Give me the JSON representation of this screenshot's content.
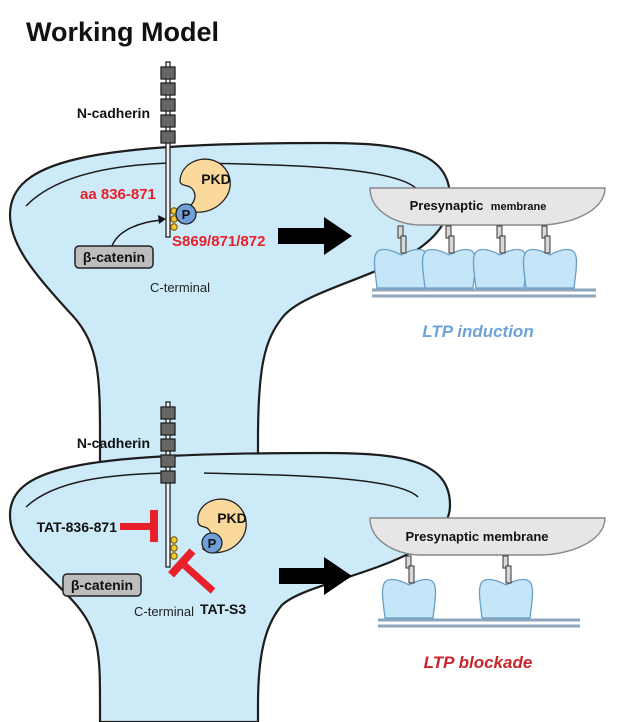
{
  "title": "Working Model",
  "colors": {
    "spine_fill": "#cdeaf8",
    "spine_stroke": "#1d1d1d",
    "pkd_fill": "#fbd99c",
    "phospho_fill": "#6f9fd8",
    "inhibitor_red": "#e8202a",
    "presyn_fill": "#e6e6e6",
    "postsyn_fill": "#c4e6f8",
    "membrane_line": "#8fa6bf",
    "blue_label": "#6fa3d6",
    "red_label": "#c8262c"
  },
  "top_panel": {
    "receptor_label": "N-cadherin",
    "region_label": "aa 836-871",
    "kinase_label": "PKD",
    "phospho_label": "P",
    "sites_label": "S869/871/872",
    "partner_label": "β-catenin",
    "tail_label": "C-terminal",
    "presynaptic_label_main": "Presynaptic",
    "presynaptic_label_rest": "membrane",
    "outcome_label": "LTP induction"
  },
  "bottom_panel": {
    "receptor_label": "N-cadherin",
    "inhibitor_1": "TAT-836-871",
    "inhibitor_2": "TAT-S3",
    "kinase_label": "PKD",
    "phospho_label": "P",
    "partner_label": "β-catenin",
    "tail_label": "C-terminal",
    "presynaptic_label": "Presynaptic membrane",
    "outcome_label": "LTP blockade"
  }
}
